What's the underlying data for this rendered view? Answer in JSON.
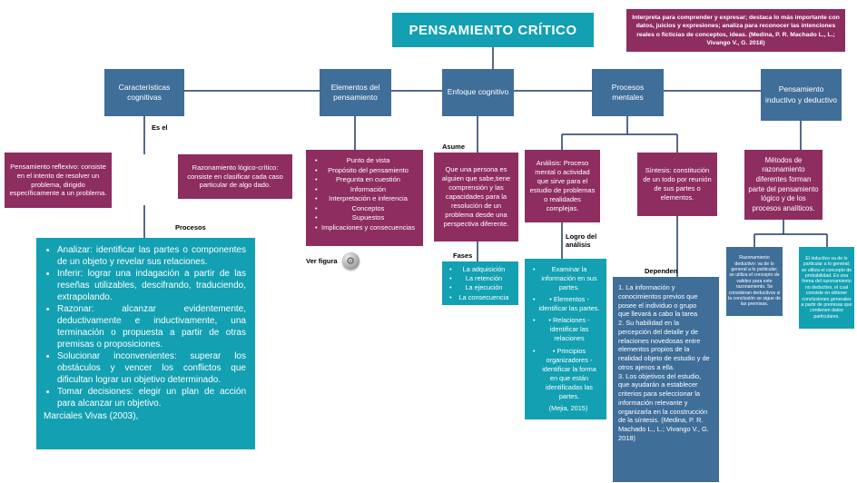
{
  "title": "PENSAMIENTO CRÍTICO",
  "note": {
    "text": "Interpreta para comprender y expresar; destaca lo más importante con datos, juicios y expresiones; analiza para reconocer las intenciones reales o ficticias de conceptos, ideas. (Medina, P. R. Machado L., L.; Vivango V., G. 2018)"
  },
  "icons": {
    "gear": "⚙"
  },
  "branches": {
    "caracteristicas": {
      "label": "Características cognitivas",
      "es_el_label": "Es el",
      "reflexivo": "Pensamiento reflexivo: consiste en el intento de resolver un problema, dirigido específicamente a un problema.",
      "logico": "Razonamiento lógico-crítico: consiste en clasificar cada caso particular de algo dado.",
      "procesos_label": "Procesos",
      "procesos": [
        "Analizar: identificar las partes o componentes de un objeto y revelar sus relaciones.",
        "Inferir: lograr una indagación a partir de las reseñas utilizables, descifrando, traduciendo, extrapolando.",
        "Razonar: alcanzar evidentemente, deductivamente e inductivamente, una terminación o propuesta a partir de otras premisas o proposiciones.",
        "Solucionar inconvenientes: superar los obstáculos y vencer los conflictos que dificultan lograr un objetivo determinado.",
        "Tomar decisiones: elegir un plan de acción para alcanzar un objetivo."
      ],
      "fuente": "Marciales Vivas (2003),"
    },
    "elementos": {
      "label": "Elementos del pensamiento",
      "items": [
        "Punto de vista",
        "Propósito del pensamiento",
        "Pregunta en cuestión",
        "Información",
        "Interpretación e inferencia",
        "Conceptos",
        "Supuestos",
        "Implicaciones y consecuencias"
      ],
      "ver_figura_label": "Ver figura"
    },
    "enfoque": {
      "label": "Enfoque cognitivo",
      "asume_label": "Asume",
      "asume": "Que una persona es alguien que sabe,tiene comprensión y las capacidades para la resolución de un problema desde una perspectiva diferente.",
      "fases_label": "Fases",
      "fases": [
        "La adquisición",
        "La retención",
        "La ejecución",
        "La consecuencia"
      ]
    },
    "procesos_mentales": {
      "label": "Procesos mentales",
      "analisis": "Análisis: Proceso mental o actividad que sirve para el estudio de problemas o realidades complejas.",
      "sintesis": "Síntesis: constitución de un todo por reunión de sus partes o elementos.",
      "logro_label": "Logro del análisis",
      "logro": [
        "Examinar la información en sus partes.",
        "• Elementos - identificar las partes.",
        "• Relaciones - identificar las relaciones",
        "• Principios organizadores - identificar la forma en que están identificadas las partes."
      ],
      "logro_fuente": "(Mejia, 2015)",
      "dependen_label": "Dependen",
      "dependen": "1. La información y conocimientos previos que posee el individuo o grupo\nque llevará a cabo la tarea\n2. Su habilidad en la percepción del detalle y de relaciones novedosas entre elementos propios de la realidad objeto de estudio y de otros ajenos a ella.\n3. Los objetivos del estudio, que ayudarán a establecer criterios para seleccionar la información relevante y organizarla en la construcción de la síntesis. (Medina, P. R. Machado L., L.; Vivango V., G. 2018)"
    },
    "inductivo_deductivo": {
      "label": "Pensamiento inductivo y deductivo",
      "metodos": "Métodos de razonamiento diferentes forman parte del pensamiento lógico y de los procesos analíticos.",
      "deductivo": "Razonamiento deductivo: va de lo general a lo particular; se utiliza el concepto de validez para este razonamiento. Se consideran deductivos si la conclusión se sigue de las premisas.",
      "inductivo": "El inductivo va de lo particular a lo general; se utiliza el concepto de probabilidad. Es una forma del razonamiento no deductivo, el cual consiste en obtener conclusiones generales a partir de premisas que contienen datos particulares."
    }
  },
  "colors": {
    "teal": "#12A0B2",
    "blue": "#3F6E99",
    "magenta": "#8E2D60",
    "line": "#1F3864"
  }
}
